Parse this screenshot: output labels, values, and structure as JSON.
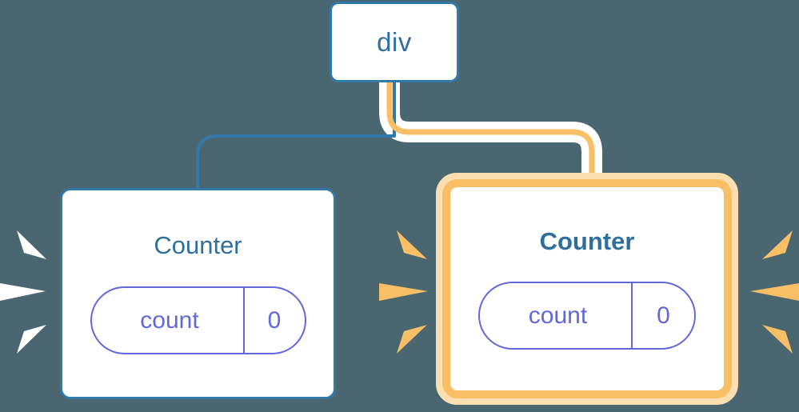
{
  "diagram": {
    "title": "React component tree re-render highlight",
    "background_color": "#4a6670",
    "colors": {
      "blue": "#3179a9",
      "blue_text": "#2f6f9e",
      "orange": "#f8bf66",
      "orange_pale": "#fbdfb0",
      "indigo": "#6169d9",
      "white": "#ffffff"
    }
  },
  "nodes": {
    "root": {
      "label": "div"
    },
    "counter_left": {
      "title": "Counter",
      "state": {
        "key": "count",
        "value": "0"
      },
      "highlighted": false
    },
    "counter_right": {
      "title": "Counter",
      "state": {
        "key": "count",
        "value": "0"
      },
      "highlighted": true
    }
  },
  "edges": [
    {
      "name": "div-to-counter-left",
      "color": "#3179a9",
      "style": "thin"
    },
    {
      "name": "div-to-counter-right",
      "color": "#f8bf66",
      "style": "thick-halo"
    }
  ],
  "sparkles": [
    {
      "name": "sparkle-left-outer",
      "color": "#ffffff",
      "direction": "right"
    },
    {
      "name": "sparkle-middle",
      "color": "#f8bf66",
      "direction": "right"
    },
    {
      "name": "sparkle-right-outer",
      "color": "#f8bf66",
      "direction": "left"
    }
  ]
}
